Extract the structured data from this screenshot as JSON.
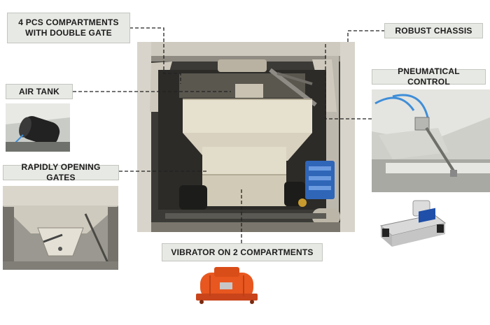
{
  "callouts": {
    "compartments": "4 PCS COMPARTMENTS WITH DOUBLE GATE",
    "chassis": "ROBUST CHASSIS",
    "air_tank": "AIR TANK",
    "pneumatic": "PNEUMATICAL CONTROL",
    "gates": "RAPIDLY OPENING GATES",
    "vibrator": "VIBRATOR ON 2 COMPARTMENTS"
  },
  "colors": {
    "label_bg": "#e7e9e4",
    "hopper": "#e6e0cf",
    "valve_blue": "#2f66b8",
    "vibrator_orange": "#e8571f",
    "hose_blue": "#3f8ed8"
  }
}
